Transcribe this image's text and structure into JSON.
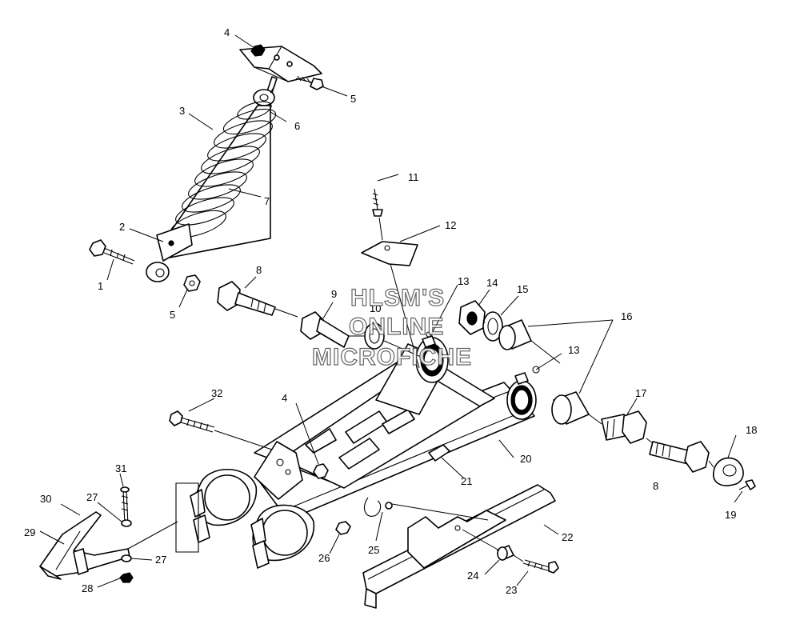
{
  "watermark": {
    "line1": "HLSM'S",
    "line2": "ONLINE",
    "line3": "MICROFICHE"
  },
  "callouts": [
    "1",
    "2",
    "3",
    "4",
    "5",
    "5",
    "6",
    "7",
    "8",
    "9",
    "10",
    "11",
    "12",
    "13",
    "14",
    "15",
    "16",
    "13",
    "17",
    "18",
    "8",
    "19",
    "20",
    "21",
    "22",
    "23",
    "24",
    "25",
    "26",
    "27",
    "27",
    "28",
    "29",
    "30",
    "31",
    "32",
    "4"
  ]
}
